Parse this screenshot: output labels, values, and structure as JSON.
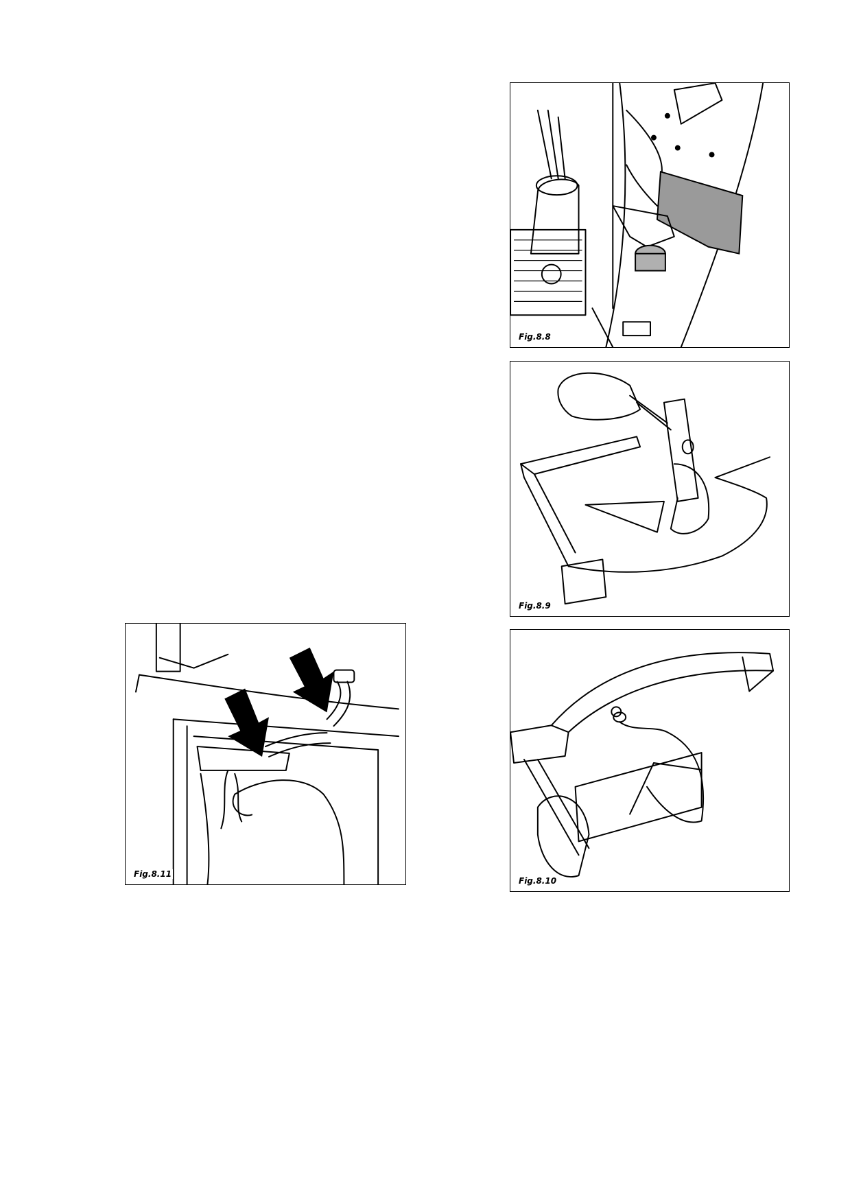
{
  "figures": {
    "fig_8_8": {
      "caption": "Fig.8.8"
    },
    "fig_8_9": {
      "caption": "Fig.8.9"
    },
    "fig_8_10": {
      "caption": "Fig.8.10"
    },
    "fig_8_11": {
      "caption": "Fig.8.11"
    }
  }
}
